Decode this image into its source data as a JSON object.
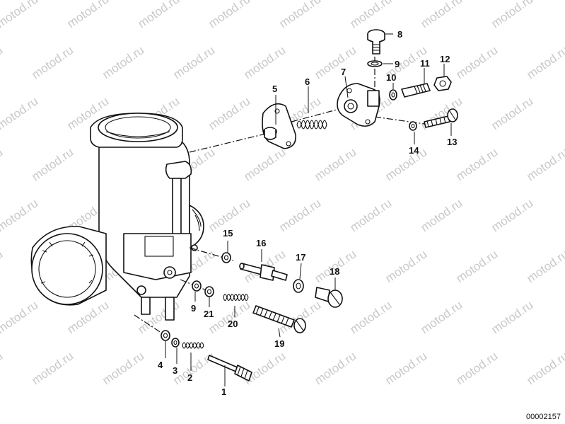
{
  "watermark": "motod.ru",
  "reference_code": "00002157",
  "callouts": [
    {
      "id": "8",
      "label": "8"
    },
    {
      "id": "9a",
      "label": "9"
    },
    {
      "id": "7",
      "label": "7"
    },
    {
      "id": "6",
      "label": "6"
    },
    {
      "id": "5",
      "label": "5"
    },
    {
      "id": "10",
      "label": "10"
    },
    {
      "id": "11",
      "label": "11"
    },
    {
      "id": "12",
      "label": "12"
    },
    {
      "id": "13",
      "label": "13"
    },
    {
      "id": "14",
      "label": "14"
    },
    {
      "id": "15",
      "label": "15"
    },
    {
      "id": "16",
      "label": "16"
    },
    {
      "id": "17",
      "label": "17"
    },
    {
      "id": "18",
      "label": "18"
    },
    {
      "id": "9b",
      "label": "9"
    },
    {
      "id": "21",
      "label": "21"
    },
    {
      "id": "20",
      "label": "20"
    },
    {
      "id": "19",
      "label": "19"
    },
    {
      "id": "4",
      "label": "4"
    },
    {
      "id": "3",
      "label": "3"
    },
    {
      "id": "2",
      "label": "2"
    },
    {
      "id": "1",
      "label": "1"
    }
  ]
}
